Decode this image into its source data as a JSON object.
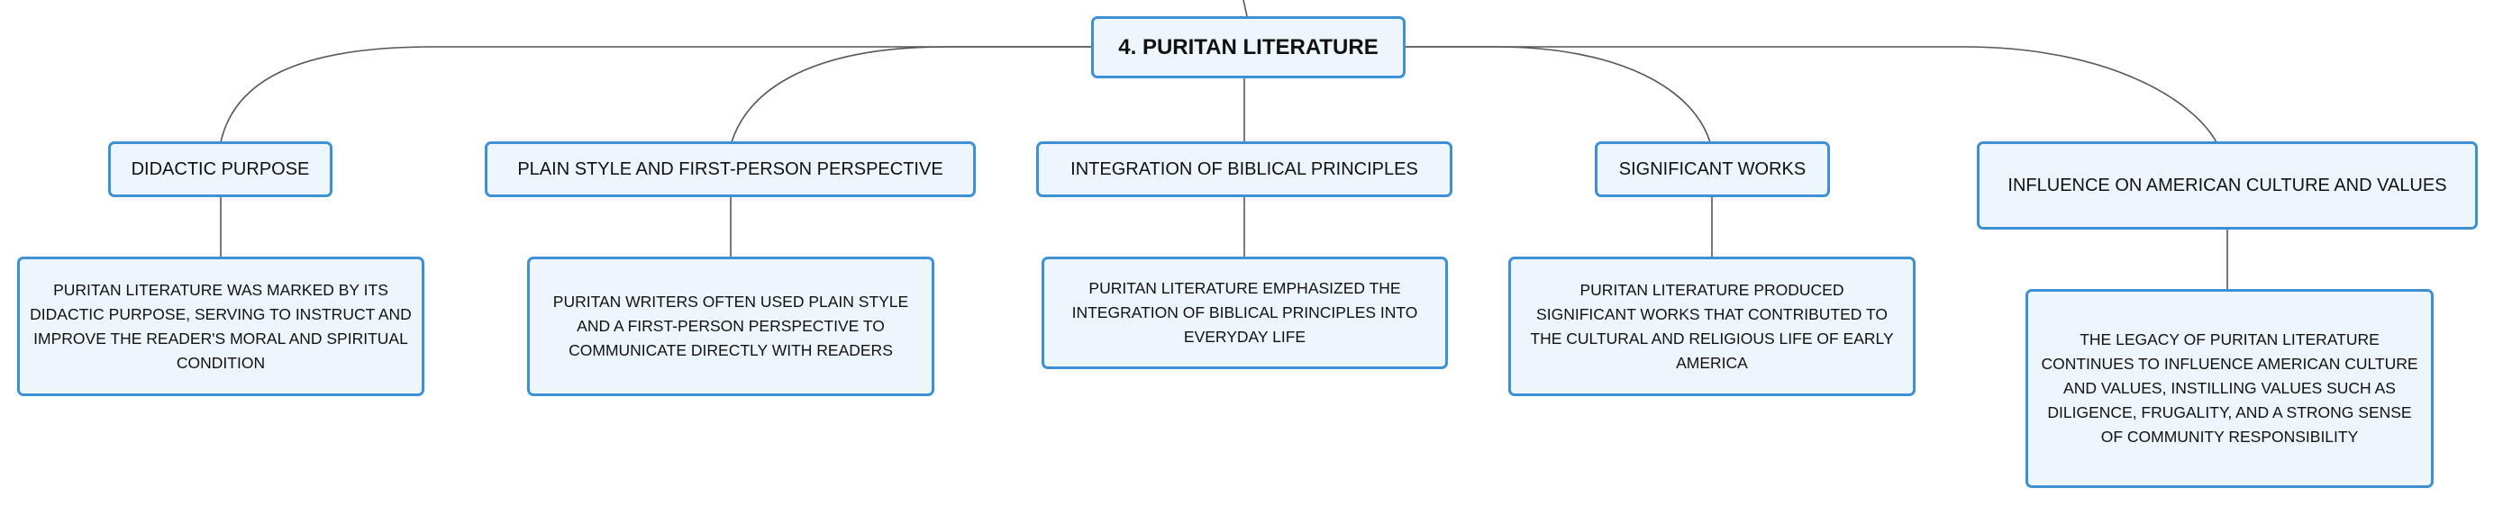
{
  "root": {
    "label": "4. PURITAN LITERATURE"
  },
  "branches": [
    {
      "label": "DIDACTIC PURPOSE",
      "detail": "PURITAN LITERATURE WAS MARKED BY ITS DIDACTIC PURPOSE, SERVING TO INSTRUCT AND IMPROVE THE READER'S MORAL AND SPIRITUAL CONDITION"
    },
    {
      "label": "PLAIN STYLE AND FIRST-PERSON PERSPECTIVE",
      "detail": "PURITAN WRITERS OFTEN USED PLAIN STYLE AND A FIRST-PERSON PERSPECTIVE TO COMMUNICATE DIRECTLY WITH READERS"
    },
    {
      "label": "INTEGRATION OF BIBLICAL PRINCIPLES",
      "detail": "PURITAN LITERATURE EMPHASIZED THE INTEGRATION OF BIBLICAL PRINCIPLES INTO EVERYDAY LIFE"
    },
    {
      "label": "SIGNIFICANT WORKS",
      "detail": "PURITAN LITERATURE PRODUCED SIGNIFICANT WORKS THAT CONTRIBUTED TO THE CULTURAL AND RELIGIOUS LIFE OF EARLY AMERICA"
    },
    {
      "label": "INFLUENCE ON AMERICAN CULTURE AND VALUES",
      "detail": "THE LEGACY OF PURITAN LITERATURE CONTINUES TO INFLUENCE AMERICAN CULTURE AND VALUES, INSTILLING VALUES SUCH AS DILIGENCE, FRUGALITY, AND A STRONG SENSE OF COMMUNITY RESPONSIBILITY"
    }
  ],
  "colors": {
    "border": "#3d8fd6",
    "fill": "#eef6fd",
    "line": "#555555"
  }
}
